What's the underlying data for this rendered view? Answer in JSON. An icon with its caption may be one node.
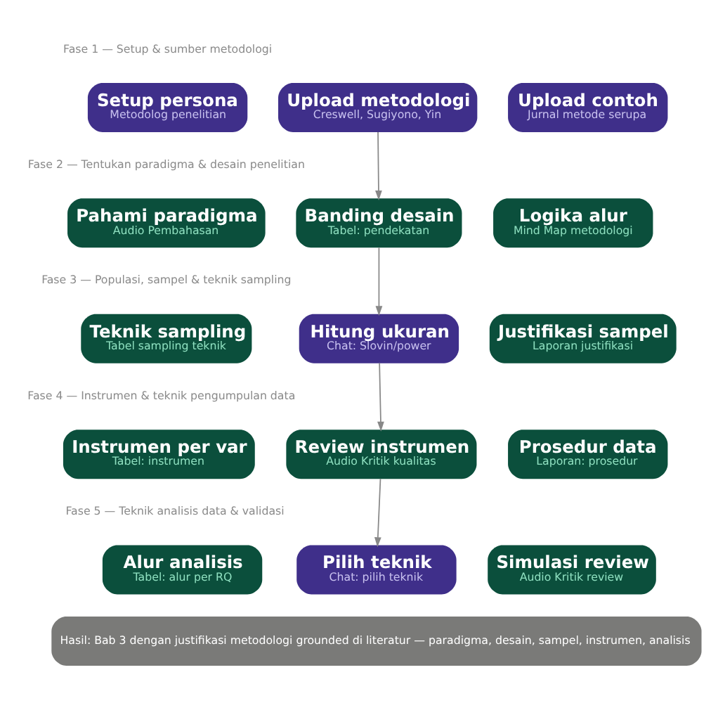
{
  "diagram": {
    "nodes": [
      {
        "text": [
          "Setup persona",
          "Metodolog penelitian"
        ]
      },
      {
        "text": [
          "Upload metodologi",
          "Creswell, Sugiyono, Yin"
        ]
      },
      {
        "text": [
          "Upload contoh",
          "Jurnal metode serupa"
        ]
      },
      {
        "text": [
          "Pahami paradigma",
          "Audio Pembahasan"
        ]
      },
      {
        "text": [
          "Banding desain",
          "Tabel: pendekatan"
        ]
      },
      {
        "text": [
          "Logika alur",
          "Mind Map metodologi"
        ]
      },
      {
        "text": [
          "Teknik sampling",
          "Tabel sampling teknik"
        ]
      },
      {
        "text": [
          "Hitung ukuran",
          "Chat: Slovin/power"
        ]
      },
      {
        "text": [
          "Justifikasi sampel",
          "Laporan justifikasi"
        ]
      },
      {
        "text": [
          "Instrumen per var",
          "Tabel: instrumen"
        ]
      },
      {
        "text": [
          "Review instrumen",
          "Audio Kritik kualitas"
        ]
      },
      {
        "text": [
          "Prosedur data",
          "Laporan: prosedur"
        ]
      },
      {
        "text": [
          "Alur analisis",
          "Tabel: alur per RQ"
        ]
      },
      {
        "text": [
          "Pilih teknik",
          "Chat: pilih teknik"
        ]
      },
      {
        "text": [
          "Simulasi review",
          "Audio Kritik review"
        ]
      },
      {
        "text": [
          "Hasil: Bab 3 dengan justifikasi metodologi grounded di literatur — paradigma, desain, sampel, instrumen, analisis"
        ]
      }
    ],
    "edges": [
      {
        "from": 1,
        "to": 4,
        "arrow": "to"
      },
      {
        "from": 4,
        "to": 7,
        "arrow": "to"
      },
      {
        "from": 7,
        "to": 10,
        "arrow": "to"
      },
      {
        "from": 10,
        "to": 13,
        "arrow": "to"
      }
    ],
    "labels": [
      "Fase 1 — Setup & sumber metodologi",
      "Fase 2 — Tentukan paradigma & desain penelitian",
      "Fase 3 — Populasi, sampel & teknik sampling",
      "Fase 4 — Instrumen & teknik pengumpulan data",
      "Fase 5 — Teknik analisis data & validasi"
    ]
  }
}
